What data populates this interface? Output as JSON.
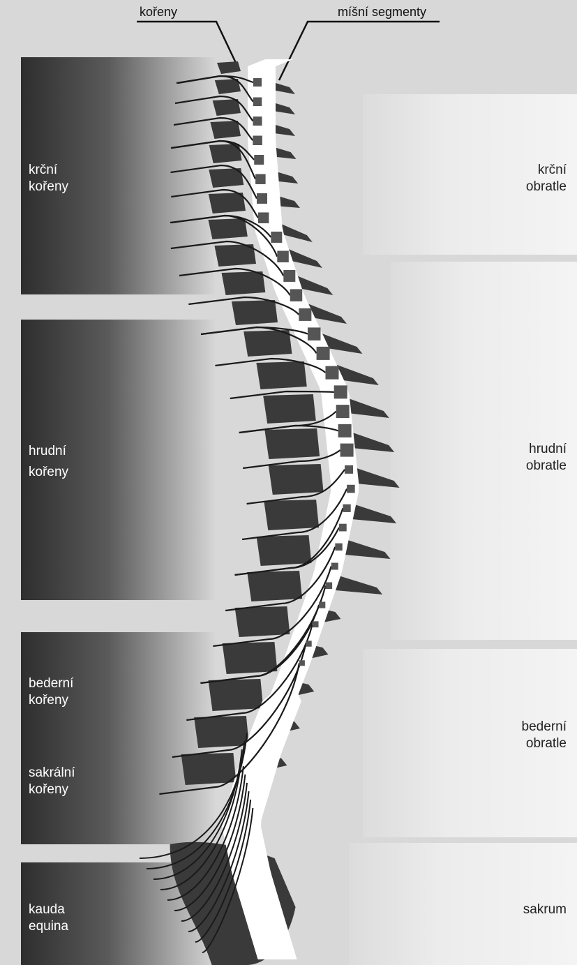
{
  "top_labels": {
    "roots": "kořeny",
    "segments": "míšní segmenty"
  },
  "left_regions": [
    {
      "line1": "krční",
      "line2": "kořeny"
    },
    {
      "line1": "hrudní",
      "line2": "kořeny"
    },
    {
      "line1": "bederní",
      "line2": "kořeny"
    },
    {
      "line1": "sakrální",
      "line2": "kořeny"
    },
    {
      "line1": "kauda",
      "line2": "equina"
    }
  ],
  "right_regions": [
    {
      "line1": "krční",
      "line2": "obratle"
    },
    {
      "line1": "hrudní",
      "line2": "obratle"
    },
    {
      "line1": "bederní",
      "line2": "obratle"
    },
    {
      "line1": "sakrum",
      "line2": ""
    }
  ],
  "colors": {
    "bone": "#3a3a3a",
    "cord": "#ffffff",
    "nerve": "#1a1a1a",
    "segment": "#555555",
    "background": "#d8d8d8"
  }
}
